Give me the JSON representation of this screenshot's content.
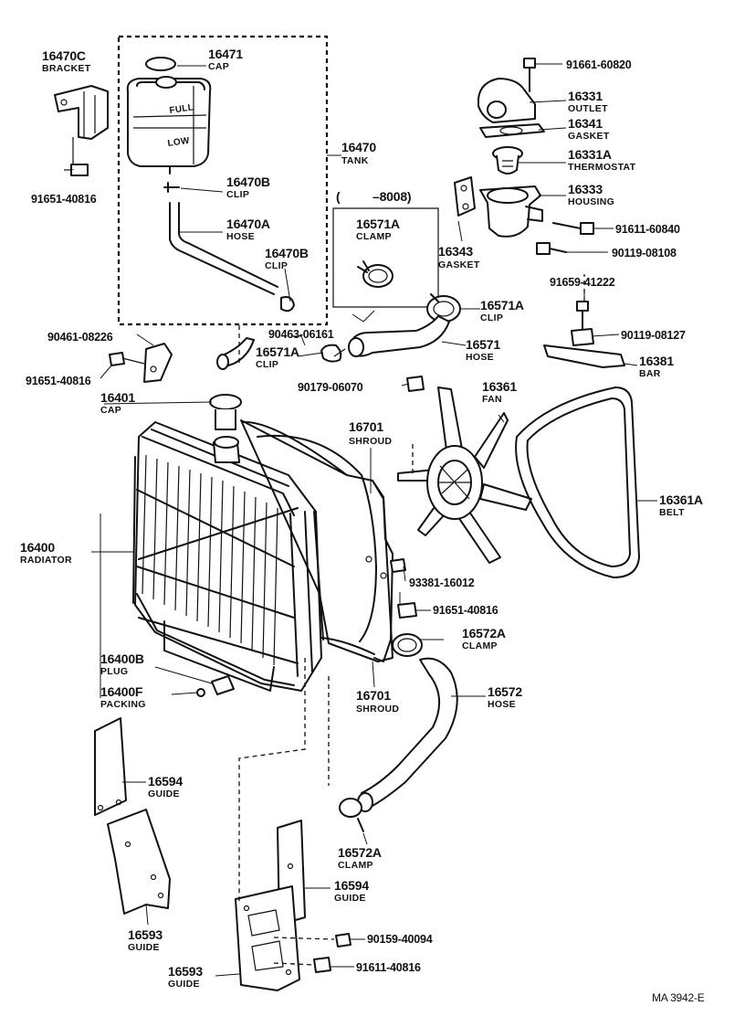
{
  "callouts": [
    {
      "id": "c-16470C",
      "number": "16470C",
      "name": "BRACKET"
    },
    {
      "id": "c-16471",
      "number": "16471",
      "name": "CAP"
    },
    {
      "id": "c-16470",
      "number": "16470",
      "name": "TANK"
    },
    {
      "id": "c-16470B-top",
      "number": "16470B",
      "name": "CLIP"
    },
    {
      "id": "c-16470A",
      "number": "16470A",
      "name": "HOSE"
    },
    {
      "id": "c-16470B-bot",
      "number": "16470B",
      "name": "CLIP"
    },
    {
      "id": "c-91651-40816-top",
      "number": "91651-40816",
      "name": ""
    },
    {
      "id": "c-91661-60820",
      "number": "91661-60820",
      "name": ""
    },
    {
      "id": "c-16331",
      "number": "16331",
      "name": "OUTLET"
    },
    {
      "id": "c-16341",
      "number": "16341",
      "name": "GASKET"
    },
    {
      "id": "c-16331A",
      "number": "16331A",
      "name": "THERMOSTAT"
    },
    {
      "id": "c-16333",
      "number": "16333",
      "name": "HOUSING"
    },
    {
      "id": "c-91611-60840",
      "number": "91611-60840",
      "name": ""
    },
    {
      "id": "c-16343",
      "number": "16343",
      "name": "GASKET"
    },
    {
      "id": "c-90119-08108",
      "number": "90119-08108",
      "name": ""
    },
    {
      "id": "c-91659-41222",
      "number": "91659-41222",
      "name": ""
    },
    {
      "id": "c-16571A-box",
      "number": "16571A",
      "name": "CLAMP"
    },
    {
      "id": "c-16571A-right",
      "number": "16571A",
      "name": "CLIP"
    },
    {
      "id": "c-90463-06161",
      "number": "90463-06161",
      "name": ""
    },
    {
      "id": "c-16571A-left",
      "number": "16571A",
      "name": "CLIP"
    },
    {
      "id": "c-16571",
      "number": "16571",
      "name": "HOSE"
    },
    {
      "id": "c-90119-08127",
      "number": "90119-08127",
      "name": ""
    },
    {
      "id": "c-16381",
      "number": "16381",
      "name": "BAR"
    },
    {
      "id": "c-90461-08226",
      "number": "90461-08226",
      "name": ""
    },
    {
      "id": "c-91651-40816-left",
      "number": "91651-40816",
      "name": ""
    },
    {
      "id": "c-16401",
      "number": "16401",
      "name": "CAP"
    },
    {
      "id": "c-90179-06070",
      "number": "90179-06070",
      "name": ""
    },
    {
      "id": "c-16361",
      "number": "16361",
      "name": "FAN"
    },
    {
      "id": "c-16701-top",
      "number": "16701",
      "name": "SHROUD"
    },
    {
      "id": "c-16361A",
      "number": "16361A",
      "name": "BELT"
    },
    {
      "id": "c-16400",
      "number": "16400",
      "name": "RADIATOR"
    },
    {
      "id": "c-93381-16012",
      "number": "93381-16012",
      "name": ""
    },
    {
      "id": "c-91651-40816-mid",
      "number": "91651-40816",
      "name": ""
    },
    {
      "id": "c-16572A-top",
      "number": "16572A",
      "name": "CLAMP"
    },
    {
      "id": "c-16400B",
      "number": "16400B",
      "name": "PLUG"
    },
    {
      "id": "c-16400F",
      "number": "16400F",
      "name": "PACKING"
    },
    {
      "id": "c-16701-bot",
      "number": "16701",
      "name": "SHROUD"
    },
    {
      "id": "c-16572",
      "number": "16572",
      "name": "HOSE"
    },
    {
      "id": "c-16594-left",
      "number": "16594",
      "name": "GUIDE"
    },
    {
      "id": "c-16572A-bot",
      "number": "16572A",
      "name": "CLAMP"
    },
    {
      "id": "c-16594-right",
      "number": "16594",
      "name": "GUIDE"
    },
    {
      "id": "c-16593-left",
      "number": "16593",
      "name": "GUIDE"
    },
    {
      "id": "c-90159-40094",
      "number": "90159-40094",
      "name": ""
    },
    {
      "id": "c-16593-bot",
      "number": "16593",
      "name": "GUIDE"
    },
    {
      "id": "c-91611-40816-bot",
      "number": "91611-40816",
      "name": ""
    }
  ],
  "tank_labels": {
    "full": "FULL",
    "low": "LOW"
  },
  "range_note": {
    "open": "(",
    "value": "–8008)"
  },
  "drawing_code": "MA  3942-E"
}
